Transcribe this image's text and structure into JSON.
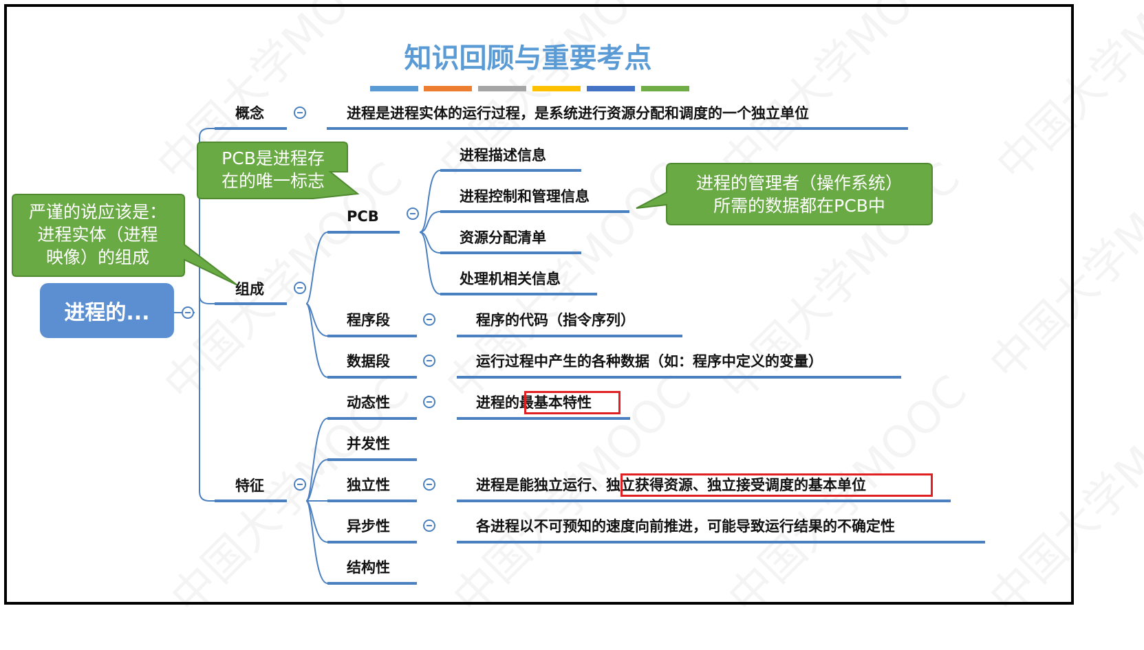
{
  "title": "知识回顾与重要考点",
  "watermark": "中国大学MOOC",
  "stripe_colors": [
    "#5b9bd5",
    "#ed7d31",
    "#a5a5a5",
    "#ffc000",
    "#4472c4",
    "#70ad47"
  ],
  "root": {
    "label": "进程的...",
    "color": "#5b8fd2"
  },
  "branches": {
    "concept": {
      "label": "概念",
      "detail": "进程是进程实体的运行过程，是系统进行资源分配和调度的一个独立单位"
    },
    "composition": {
      "label": "组成",
      "pcb": {
        "label": "PCB",
        "items": [
          "进程描述信息",
          "进程控制和管理信息",
          "资源分配清单",
          "处理机相关信息"
        ]
      },
      "program_segment": {
        "label": "程序段",
        "detail": "程序的代码（指令序列）"
      },
      "data_segment": {
        "label": "数据段",
        "detail": "运行过程中产生的各种数据（如：程序中定义的变量）"
      }
    },
    "features": {
      "label": "特征",
      "dynamic": {
        "label": "动态性",
        "detail_prefix": "进程的",
        "detail_highlight": "最基本特性"
      },
      "concurrency": {
        "label": "并发性"
      },
      "independence": {
        "label": "独立性",
        "detail_prefix": "进程是能独立运行、",
        "detail_highlight": "独立获得资源、独立接受调度的基本单位"
      },
      "asynchrony": {
        "label": "异步性",
        "detail": "各进程以不可预知的速度向前推进，可能导致运行结果的不确定性"
      },
      "structure": {
        "label": "结构性"
      }
    }
  },
  "callouts": {
    "pcb_note": [
      "PCB是进程存",
      "在的唯一标志"
    ],
    "entity_note": [
      "严谨的说应该是：",
      "进程实体（进程",
      "映像）的组成"
    ],
    "manager_note": [
      "进程的管理者（操作系统）",
      "所需的数据都在PCB中"
    ],
    "fill": "#6aaa45",
    "stroke": "#4f8a30"
  },
  "accent": {
    "line": "#4a7fc0",
    "highlight_border": "#e02020"
  }
}
